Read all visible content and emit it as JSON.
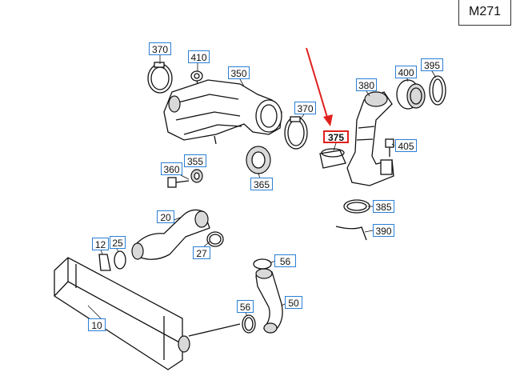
{
  "model": "M271",
  "highlight_color": "#e0201d",
  "box_color": "#2a7fd4",
  "callouts": [
    {
      "label": "370",
      "id": "370a"
    },
    {
      "label": "410",
      "id": "410"
    },
    {
      "label": "350",
      "id": "350"
    },
    {
      "label": "370",
      "id": "370b"
    },
    {
      "label": "375",
      "id": "375",
      "highlighted": true
    },
    {
      "label": "380",
      "id": "380"
    },
    {
      "label": "400",
      "id": "400"
    },
    {
      "label": "395",
      "id": "395"
    },
    {
      "label": "405",
      "id": "405"
    },
    {
      "label": "360",
      "id": "360"
    },
    {
      "label": "355",
      "id": "355"
    },
    {
      "label": "365",
      "id": "365"
    },
    {
      "label": "385",
      "id": "385"
    },
    {
      "label": "390",
      "id": "390"
    },
    {
      "label": "20",
      "id": "20"
    },
    {
      "label": "12",
      "id": "12"
    },
    {
      "label": "25",
      "id": "25"
    },
    {
      "label": "27",
      "id": "27"
    },
    {
      "label": "56",
      "id": "56a"
    },
    {
      "label": "50",
      "id": "50"
    },
    {
      "label": "56",
      "id": "56b"
    },
    {
      "label": "10",
      "id": "10"
    }
  ]
}
